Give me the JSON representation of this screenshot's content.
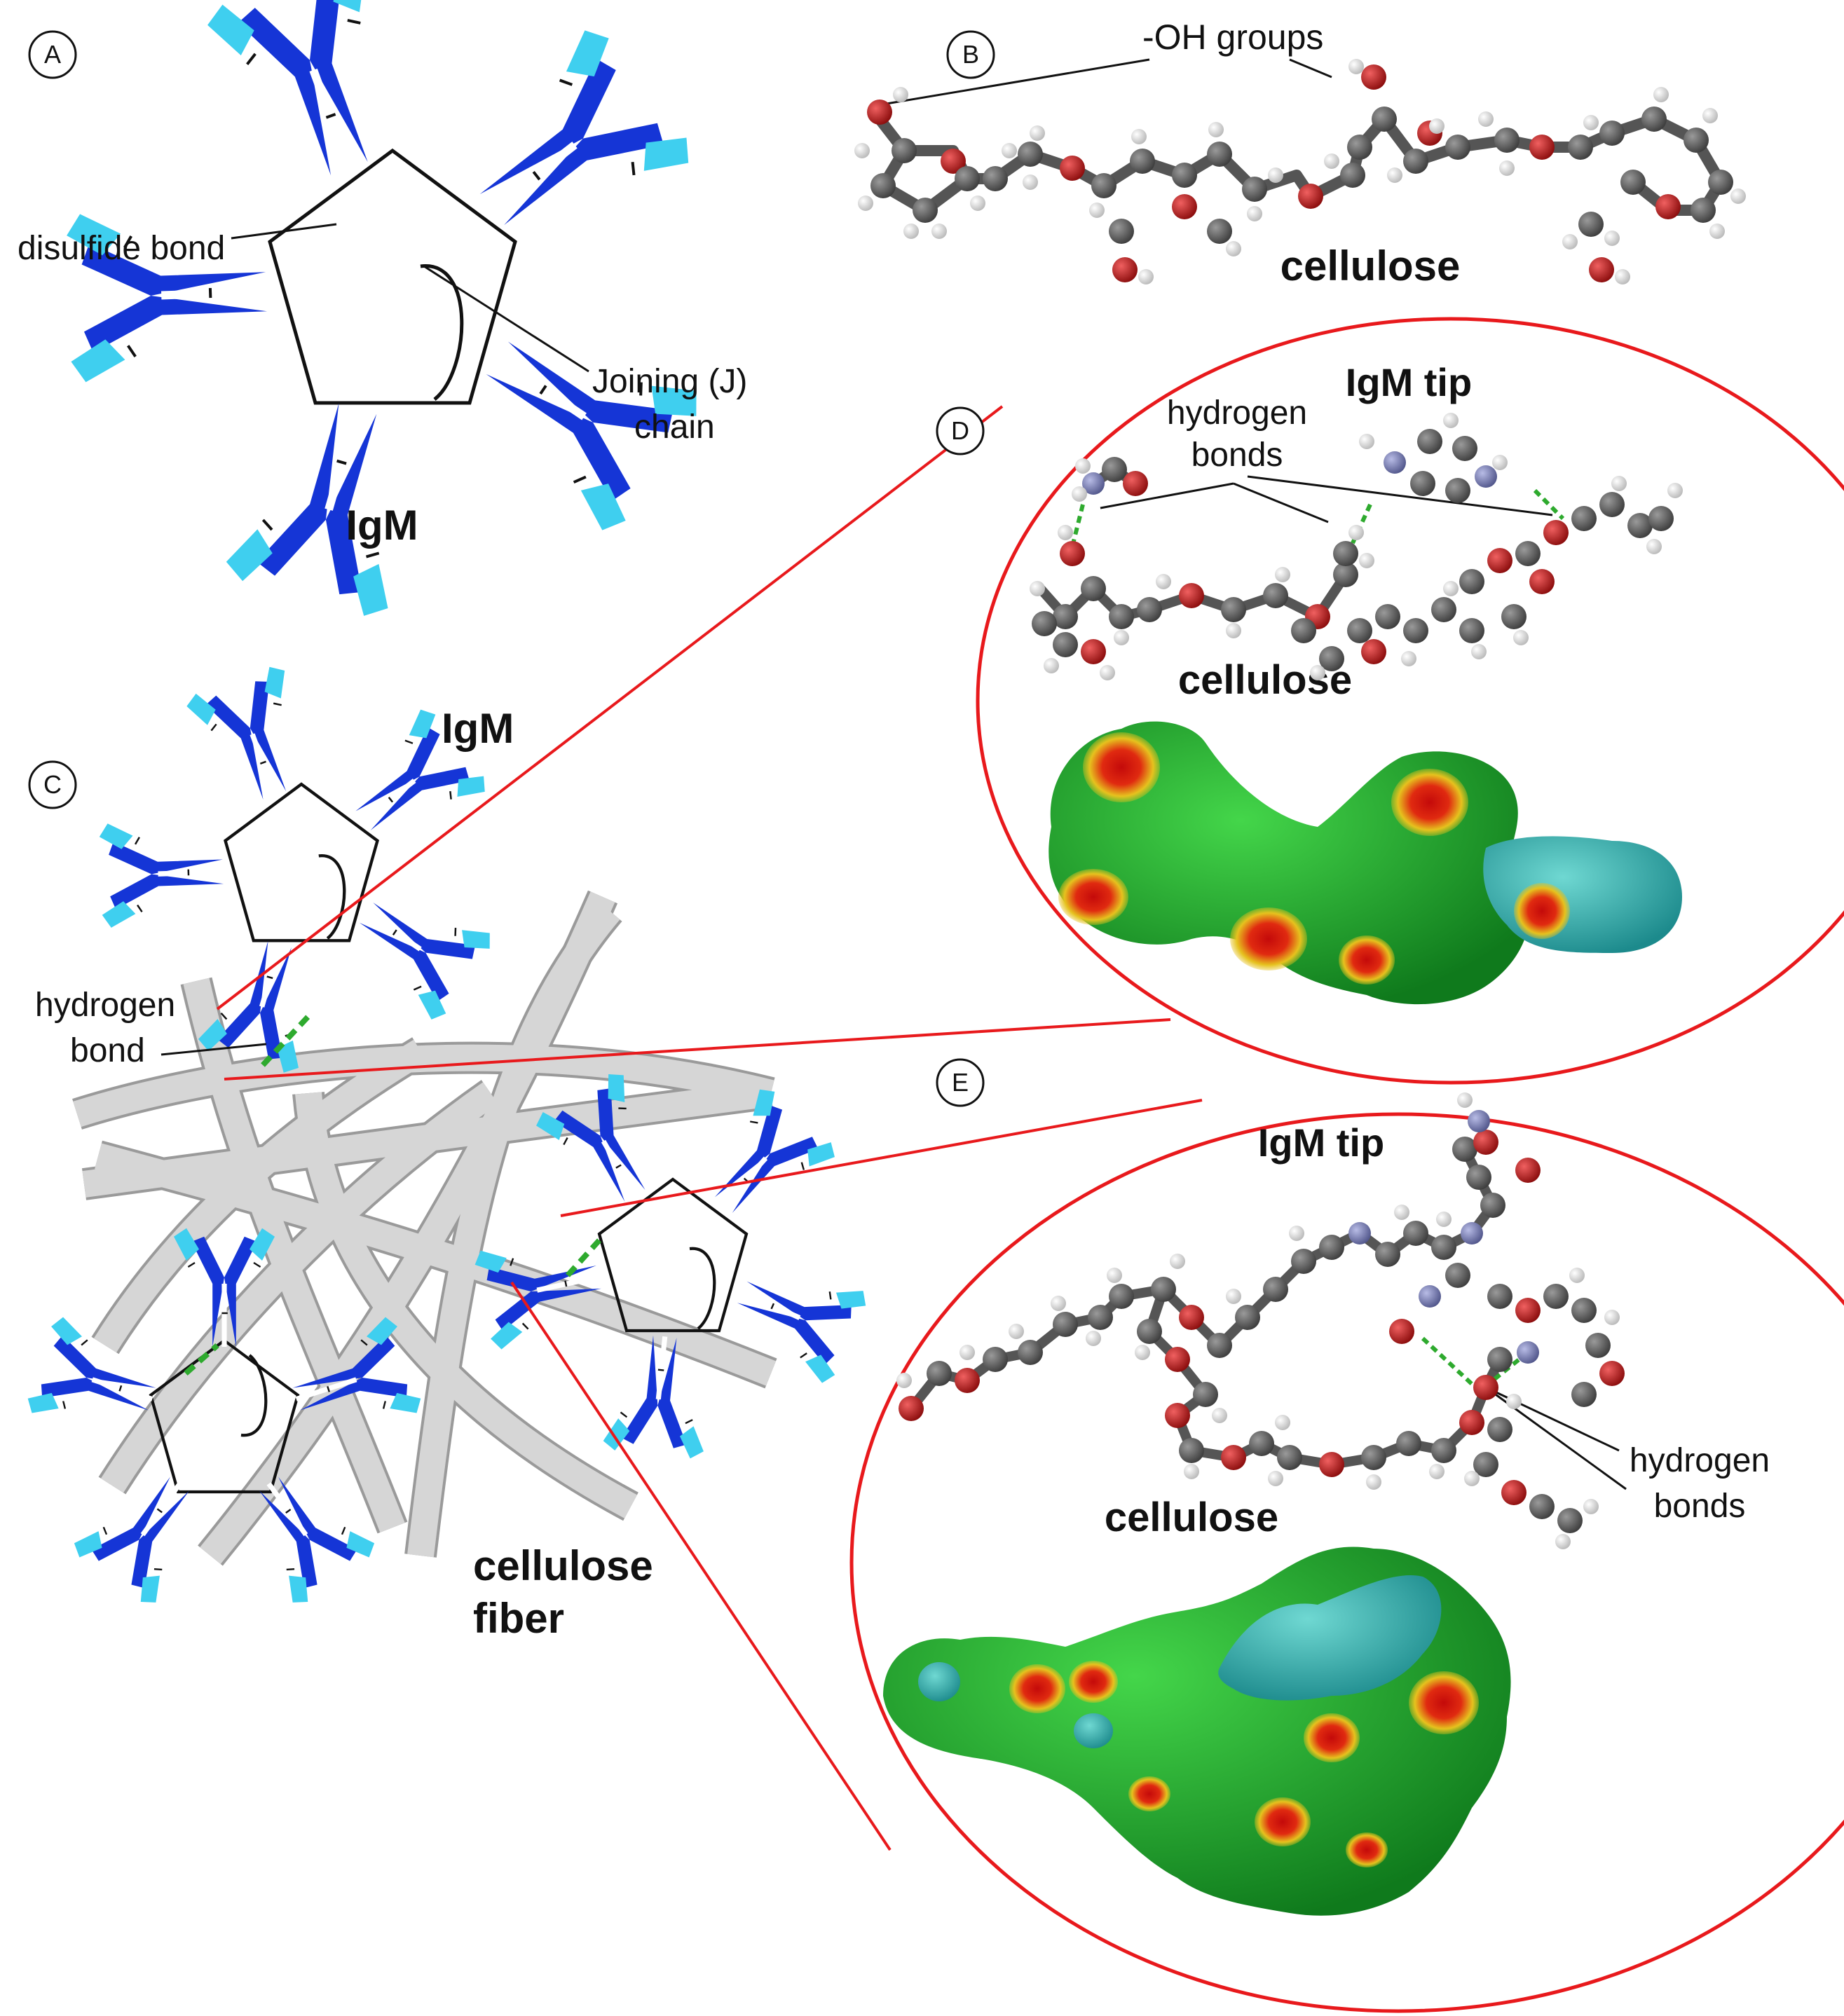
{
  "panels": {
    "a": {
      "letter": "A",
      "disulfide_label": "disulfide bond",
      "jchain_line1": "Joining (J)",
      "jchain_line2": "chain",
      "title": "IgM"
    },
    "b": {
      "letter": "B",
      "oh_label": "-OH groups",
      "title": "cellulose"
    },
    "c": {
      "letter": "C",
      "igm_label": "IgM",
      "hbond_line1": "hydrogen",
      "hbond_line2": "bond",
      "fiber_line1": "cellulose",
      "fiber_line2": "fiber"
    },
    "d": {
      "letter": "D",
      "tip_label": "IgM tip",
      "hbonds_line1": "hydrogen",
      "hbonds_line2": "bonds",
      "cellulose_label": "cellulose"
    },
    "e": {
      "letter": "E",
      "tip_label": "IgM tip",
      "hbonds_line1": "hydrogen",
      "hbonds_line2": "bonds",
      "cellulose_label": "cellulose"
    }
  },
  "colors": {
    "heavy_chain": "#1535d6",
    "light_chain": "#3fcfef",
    "zoom_outline": "#e8191c",
    "hbond": "#2eaa2e",
    "fiber_fill": "#d6d6d6",
    "fiber_edge": "#9a9a9a",
    "carbon": "#5a5a5a",
    "oxygen": "#c21a1a",
    "hydrogen": "#dcdcdc",
    "nitrogen": "#7a7fb8",
    "surface_green": "#22b430",
    "surface_cyan": "#39b6b4",
    "surface_red": "#d21414"
  }
}
